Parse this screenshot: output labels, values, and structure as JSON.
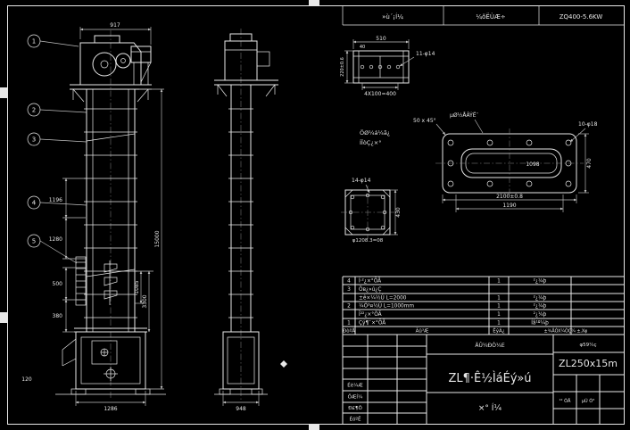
{
  "colors": {
    "background": "#000000",
    "object_line": "#e8e8e8",
    "dim_line": "#c0c0c0",
    "text": "#e6e6e6"
  },
  "header": {
    "cells": [
      "»ù´¡Í¼",
      "¼õËÙÆ÷",
      "ZQ400-5.6KW"
    ]
  },
  "front_view": {
    "balloons": [
      "1",
      "2",
      "3",
      "4",
      "5"
    ],
    "dims": {
      "top_width": "917",
      "height": "15000",
      "d3300": "3300",
      "d1085": "1085",
      "d1196": "1196",
      "d1280": "1280",
      "d500": "500",
      "d380": "380",
      "d120": "120",
      "base": "1286"
    }
  },
  "side_view": {
    "dims": {
      "base": "948"
    }
  },
  "detail_channel": {
    "width": "510",
    "d40": "40",
    "holes": "11-φ14",
    "height": "220±0.6",
    "spacing": "4X100=400"
  },
  "note_block": {
    "line1": "ÖØ¼á¼ã¿",
    "line2": "ÍÏòÇ¿×°"
  },
  "detail_plate": {
    "chamfer": "50 x 45°",
    "caption": "µØ½ÅÂÝË¨",
    "holes": "10-φ18",
    "slot_width": "1098",
    "side": "470",
    "width": "2100±0.8",
    "inner": "1190"
  },
  "detail_flange": {
    "holes": "14-φ14",
    "side": "430",
    "note": "φ1208.3=08"
  },
  "parts_table": {
    "headers": [
      "ÐòºÅ",
      "Ãû³Æ",
      "ÊýÁ¿"
    ],
    "side_note": "±¾ÅÒX¼ÒÇ¼ ±,Xφ",
    "rows": [
      {
        "seq": "4",
        "name": "Í·²¿×°ÖÃ",
        "qty": "1",
        "mat": "²¿¼þ"
      },
      {
        "seq": "3",
        "name": "Öв¿»ú¿Ç",
        "qty": "",
        "mat": ""
      },
      {
        "seq": "",
        "name": "±ê×¼½Ú L=2000",
        "qty": "1",
        "mat": "²¿¼þ"
      },
      {
        "seq": "2",
        "name": "¼Ó³¤½Ú L=1000mm",
        "qty": "1",
        "mat": "²¿¼þ"
      },
      {
        "seq": "",
        "name": "Î²²¿×°ÖÃ",
        "qty": "1",
        "mat": "²¿¼þ"
      },
      {
        "seq": "1",
        "name": "Çý¶¯×°ÖÃ",
        "qty": "1",
        "mat": "Íâ¹º¼þ"
      }
    ]
  },
  "title_block": {
    "company": "ÄÛ¼ÐÒ¼E",
    "title": "ZL¶·Ê½ÌáÉý»ú",
    "sheet": "×° Í¼",
    "no_label": "φ59¼ç",
    "drawing_no": "ZL250x15m",
    "sig_rows": [
      "Éè¼Æ",
      "ÖÆÍ¼",
      "Ð£¶Ô",
      "ÉóºË"
    ],
    "extra": [
      "¹² ÕÅ",
      "µÚ Ò³"
    ]
  }
}
